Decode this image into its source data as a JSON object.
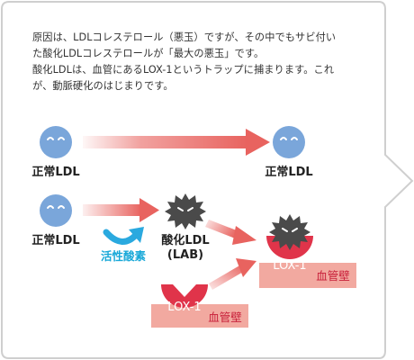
{
  "description": [
    "原因は、LDLコレステロール（悪玉）ですが、その中でもサビ付い",
    "た酸化LDLコレステロールが「最大の悪玉」です。",
    "酸化LDLは、血管にあるLOX-1というトラップに捕まります。これ",
    "が、動脈硬化のはじまりです。"
  ],
  "labels": {
    "normal_ldl": "正常LDL",
    "oxidized_ldl": "酸化LDL",
    "oxidized_ldl_sub": "(LAB)",
    "ros": "活性酸素",
    "lox1": "LOX-1",
    "vessel_wall": "血管壁"
  },
  "colors": {
    "ldl_blue": "#7aa6da",
    "arrow_red": "#e8635f",
    "lox_red": "#e0344a",
    "wall_pink": "#f2a9a0",
    "ros_cyan": "#2aa9df",
    "oxidized_gray": "#4a4a4a"
  },
  "icons": [
    "ldl-particle-icon",
    "oxidized-ldl-icon",
    "lox1-receptor-icon",
    "ros-curved-arrow-icon"
  ]
}
